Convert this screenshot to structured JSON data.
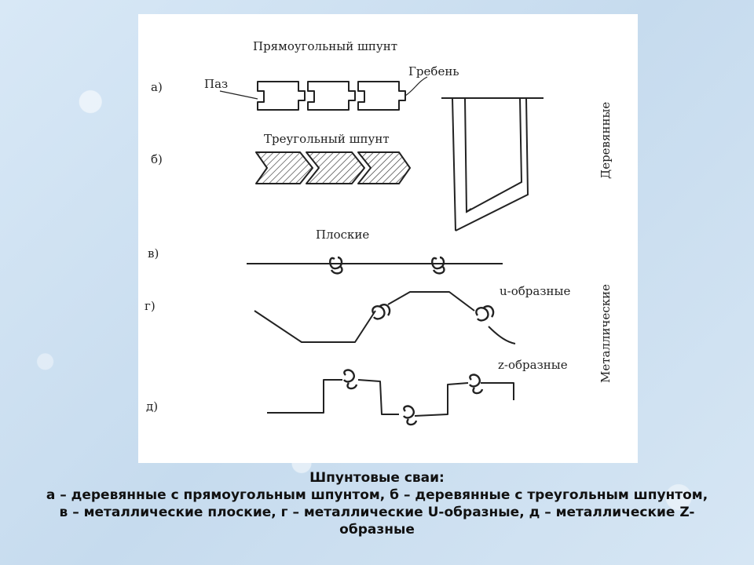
{
  "figure": {
    "titles": {
      "rect": "Прямоугольный шпунт",
      "tri": "Треугольный шпунт",
      "flat": "Плоские",
      "u": "u-образные",
      "z": "z-образные"
    },
    "parts": {
      "groove": "Паз",
      "ridge": "Гребень"
    },
    "row_labels": {
      "a": "а)",
      "b": "б)",
      "v": "в)",
      "g": "г)",
      "d": "д)"
    },
    "groups": {
      "wooden": "Деревянные",
      "metal": "Металлические"
    }
  },
  "caption": {
    "title": "Шпунтовые сваи:",
    "line1": "а – деревянные с прямоугольным шпунтом, б – деревянные с треугольным шпунтом,",
    "line2": "в – металлические плоские, г – металлические U-образные, д – металлические Z-",
    "line3": "образные"
  }
}
